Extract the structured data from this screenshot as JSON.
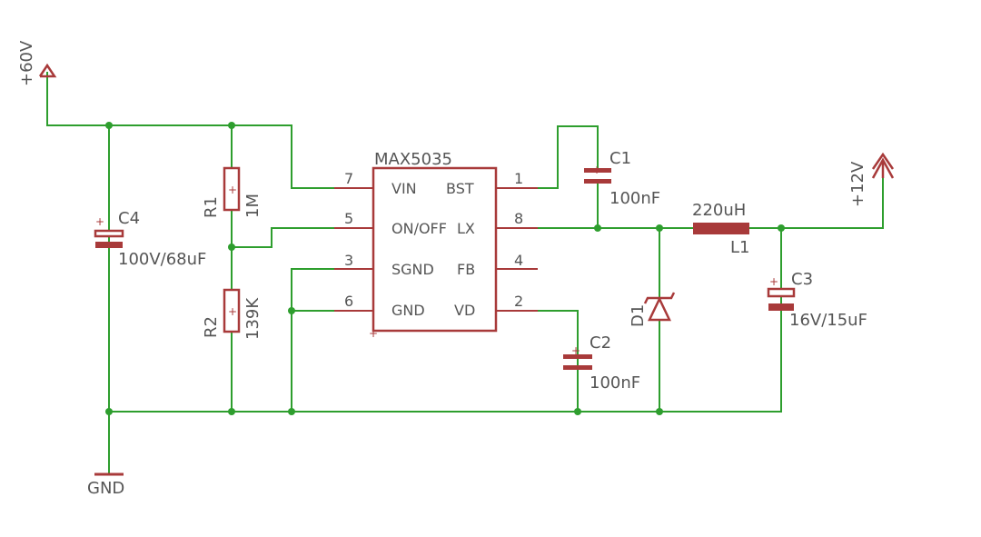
{
  "power": {
    "vin_label": "+60V",
    "vout_label": "+12V",
    "gnd_label": "GND"
  },
  "ic": {
    "name": "MAX5035",
    "pins": [
      {
        "num": "7",
        "name": "VIN"
      },
      {
        "num": "5",
        "name": "ON/OFF"
      },
      {
        "num": "3",
        "name": "SGND"
      },
      {
        "num": "6",
        "name": "GND"
      },
      {
        "num": "1",
        "name": "BST"
      },
      {
        "num": "8",
        "name": "LX"
      },
      {
        "num": "4",
        "name": "FB"
      },
      {
        "num": "2",
        "name": "VD"
      }
    ]
  },
  "components": {
    "c4": {
      "ref": "C4",
      "value": "100V/68uF"
    },
    "r1": {
      "ref": "R1",
      "value": "1M"
    },
    "r2": {
      "ref": "R2",
      "value": "139K"
    },
    "c1": {
      "ref": "C1",
      "value": "100nF"
    },
    "c2": {
      "ref": "C2",
      "value": "100nF"
    },
    "d1": {
      "ref": "D1"
    },
    "l1": {
      "ref": "L1",
      "value": "220uH"
    },
    "c3": {
      "ref": "C3",
      "value": "16V/15uF"
    }
  },
  "colors": {
    "wire": "#2e9e2e",
    "component": "#a83a3a",
    "text": "#555555",
    "background": "#ffffff"
  }
}
